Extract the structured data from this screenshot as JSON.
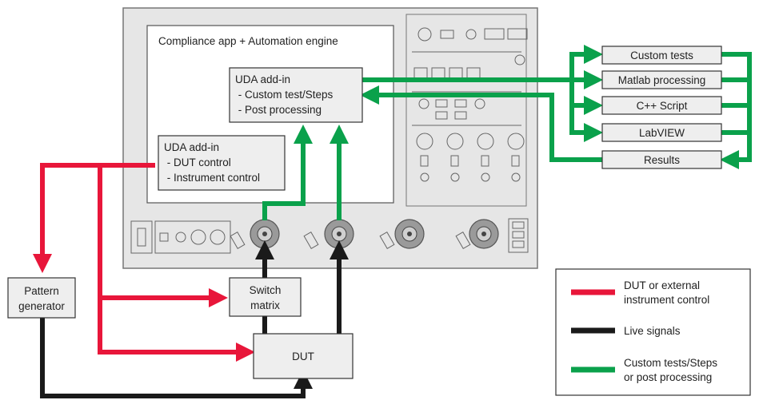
{
  "instrument": {
    "screen_title": "Compliance app + Automation engine"
  },
  "uda_addin_top": {
    "lines": [
      "UDA add-in",
      " - Custom test/Steps",
      " - Post processing"
    ]
  },
  "uda_addin_left": {
    "lines": [
      "UDA add-in",
      " - DUT control",
      " - Instrument control"
    ]
  },
  "right_boxes": [
    "Custom tests",
    "Matlab processing",
    "C++ Script",
    "LabVIEW",
    "Results"
  ],
  "pattern_generator": {
    "lines": [
      "Pattern",
      "generator"
    ]
  },
  "switch_matrix": {
    "lines": [
      "Switch",
      "matrix"
    ]
  },
  "dut": {
    "label": "DUT"
  },
  "legend": {
    "items": [
      {
        "color": "#e8163a",
        "lines": [
          "DUT or external",
          "instrument control"
        ]
      },
      {
        "color": "#1a1a1a",
        "lines": [
          "Live signals"
        ]
      },
      {
        "color": "#0aa14b",
        "lines": [
          "Custom tests/Steps",
          "or post processing"
        ]
      }
    ]
  },
  "colors": {
    "red": "#e8163a",
    "black": "#1a1a1a",
    "green": "#0aa14b",
    "panel": "#e6e6e6",
    "box": "#eeeeee"
  }
}
